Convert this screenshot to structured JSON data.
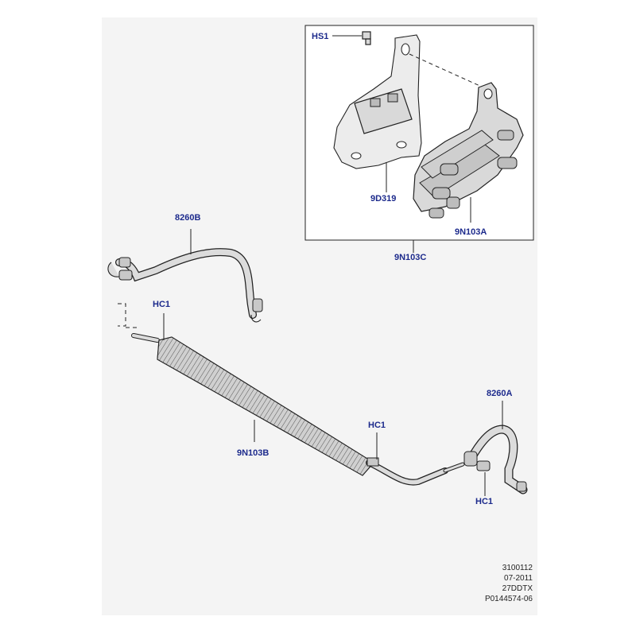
{
  "callouts": {
    "hs1": "HS1",
    "bracket": "9D319",
    "oil_cooler": "9N103A",
    "cooler_assembly": "9N103C",
    "hose_upper": "8260B",
    "hc1_left": "HC1",
    "cooler_tube": "9N103B",
    "hc1_middle": "HC1",
    "hose_lower": "8260A",
    "hc1_right": "HC1"
  },
  "reference": {
    "line1": "3100112",
    "line2": "07-2011",
    "line3": "27DDTX",
    "line4": "P0144574-06"
  }
}
